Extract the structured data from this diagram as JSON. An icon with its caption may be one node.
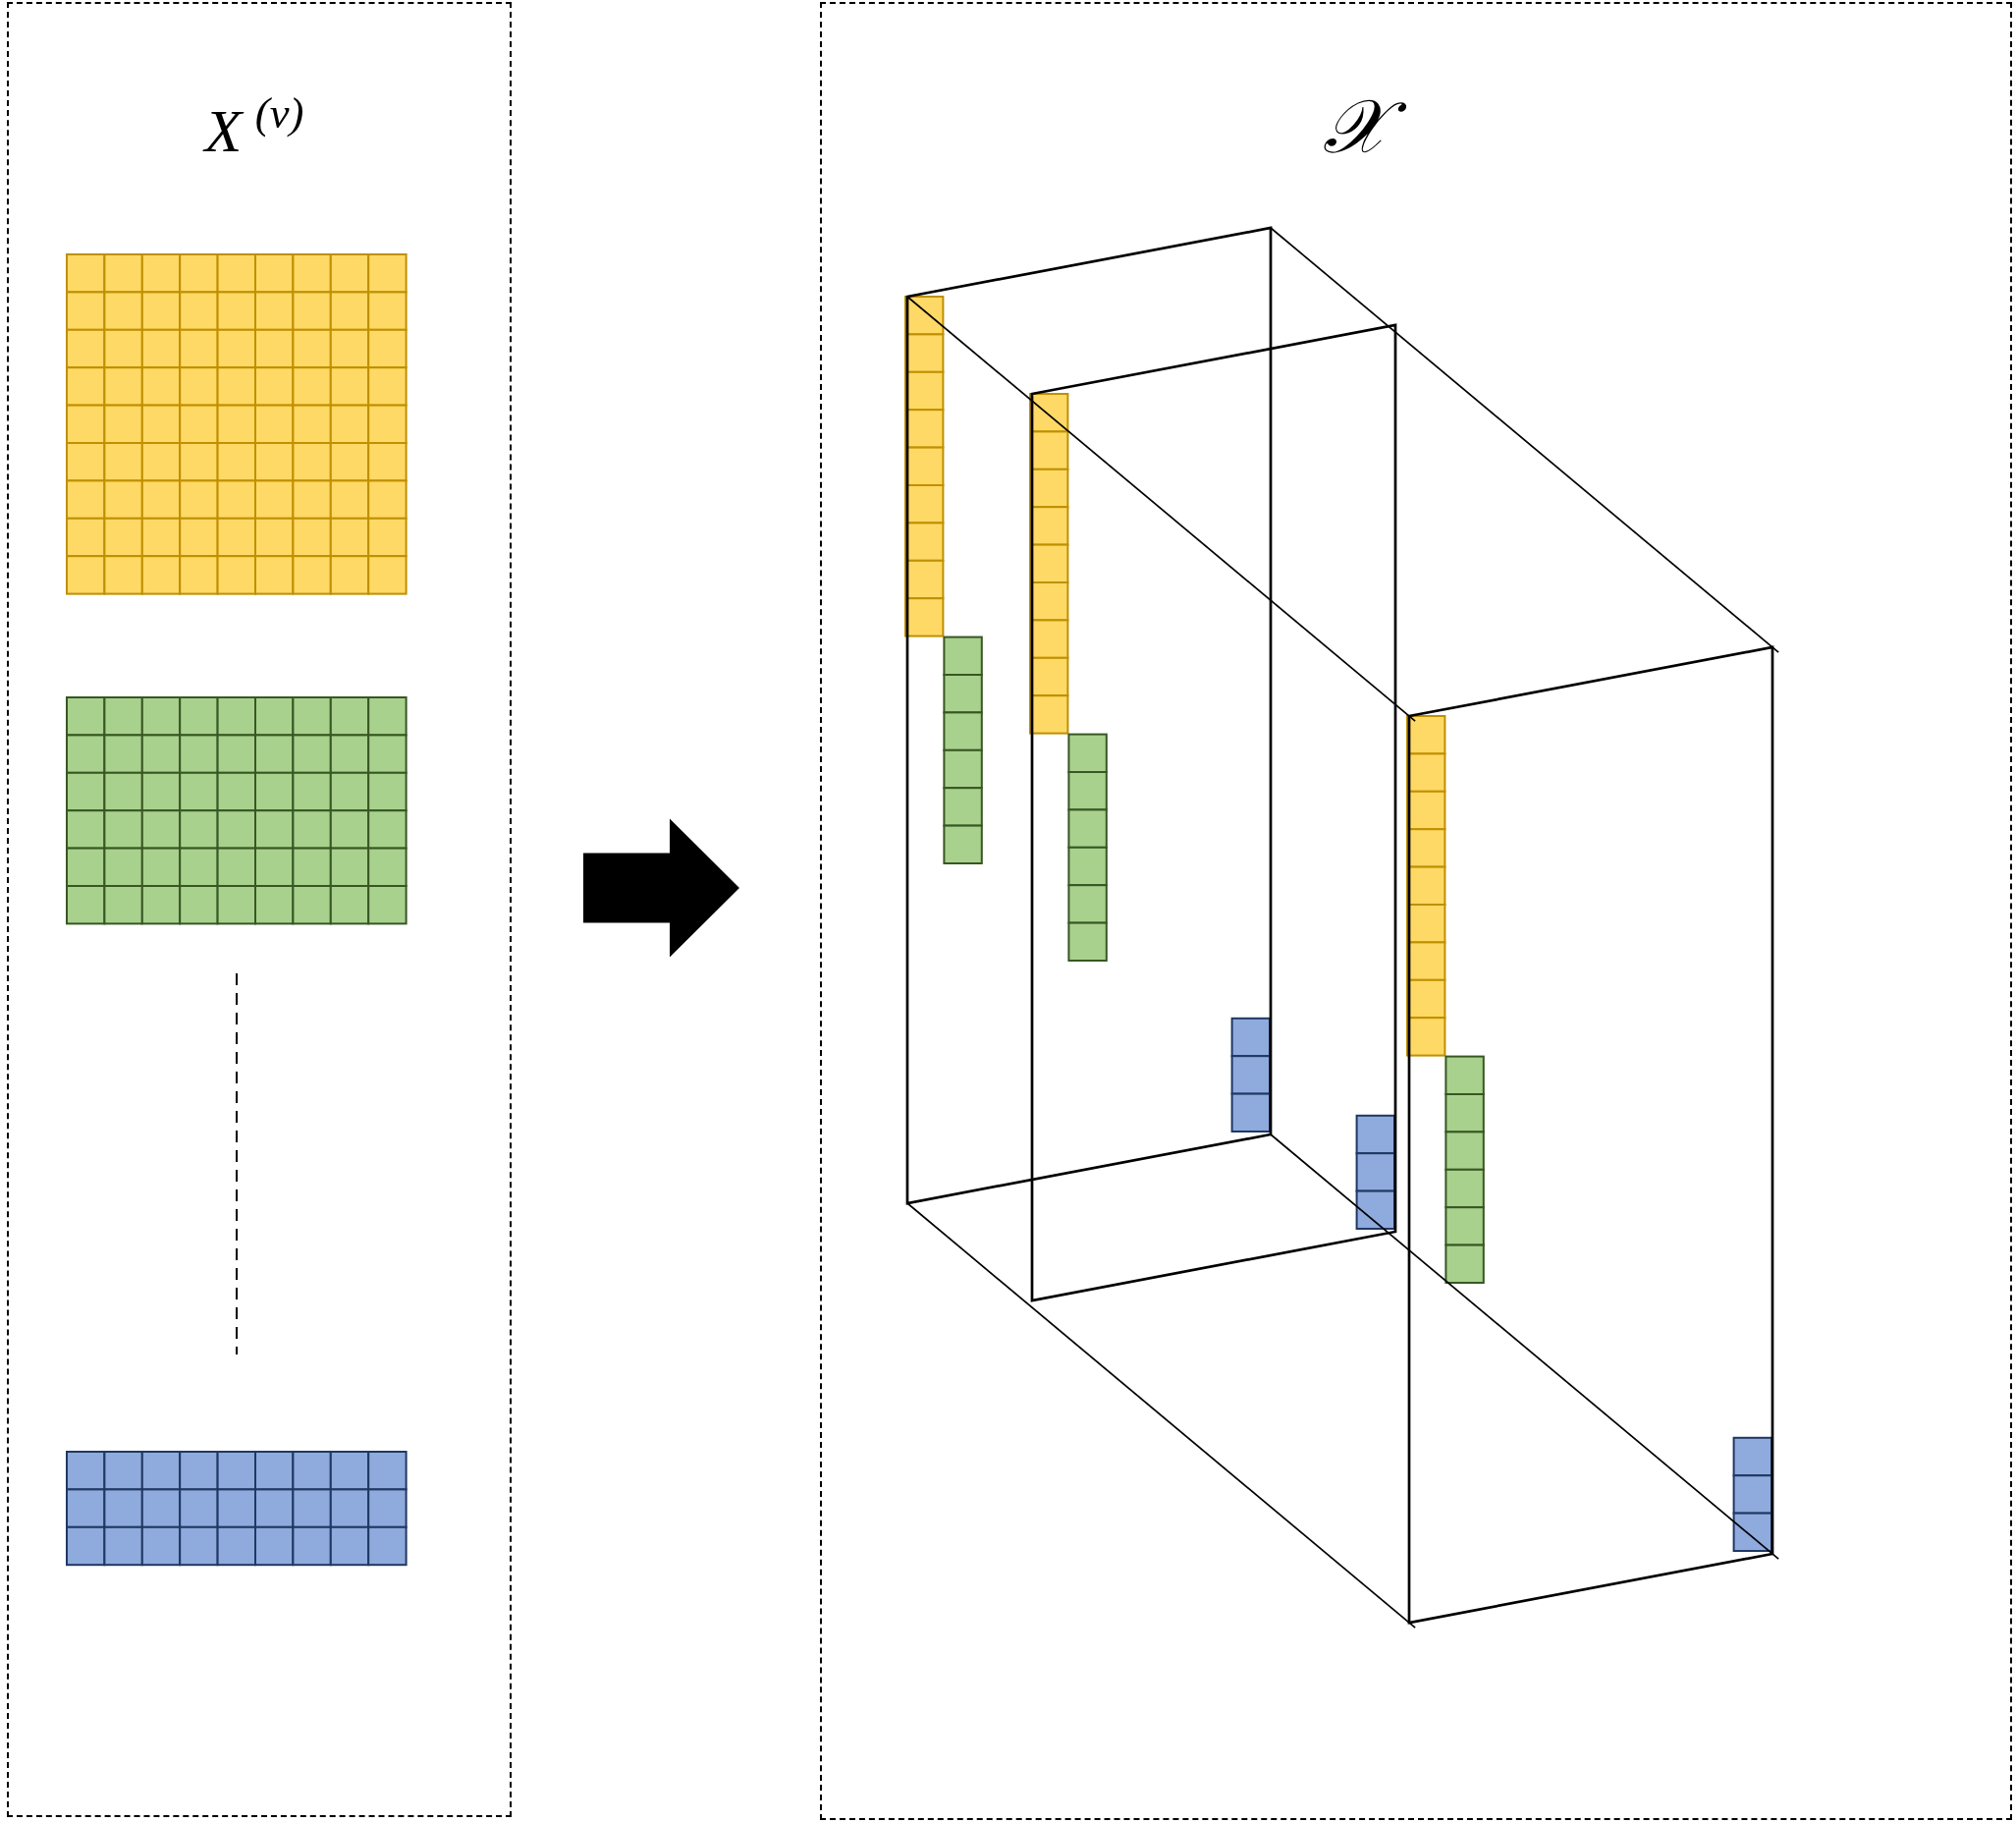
{
  "diagram": {
    "nodes": [
      {
        "text": [
          "X$^{(v)}$"
        ]
      },
      {
        "text": [
          "𝒳"
        ]
      }
    ],
    "edges": [
      {
        "from": 0,
        "to": 1,
        "arrow": "to"
      }
    ]
  }
}
